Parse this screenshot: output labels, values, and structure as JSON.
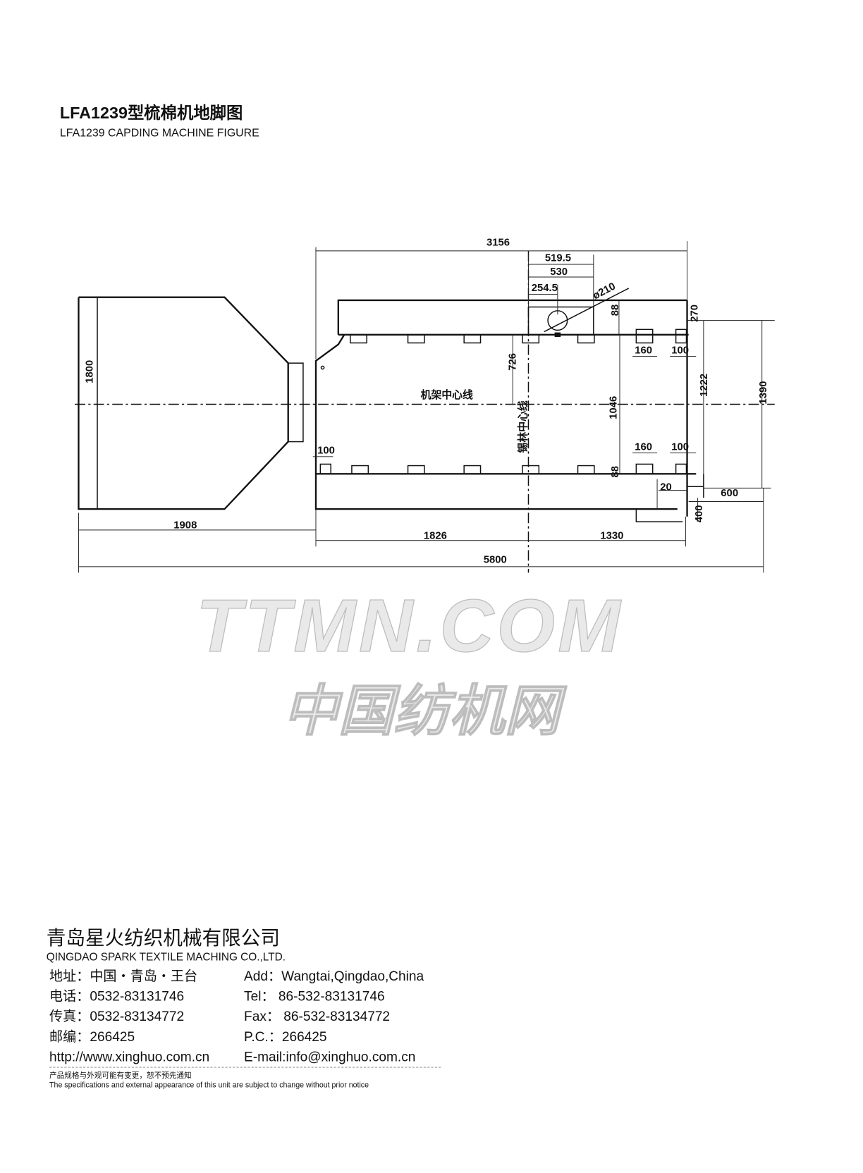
{
  "header": {
    "title_cn": "LFA1239型梳棉机地脚图",
    "title_en": "LFA1239 CAPDING MACHINE FIGURE"
  },
  "drawing": {
    "dimensions": {
      "overall_top": "3156",
      "d519": "519.5",
      "d530": "530",
      "d254": "254.5",
      "diameter": "ø210",
      "d88_top": "88",
      "d88_bottom": "88",
      "d270": "270",
      "d726": "726",
      "d1046": "1046",
      "d160_top": "160",
      "d100_top": "100",
      "d160_bottom": "160",
      "d100_bottom": "100",
      "d100_left": "100",
      "d1222": "1222",
      "d1390": "1390",
      "d1800": "1800",
      "d20": "20",
      "d600": "600",
      "d400": "400",
      "d1908": "1908",
      "d1826": "1826",
      "d1330": "1330",
      "overall_bottom": "5800"
    },
    "labels": {
      "frame_centerline": "机架中心线",
      "cylinder_centerline": "锡林中心线"
    }
  },
  "watermark": {
    "line1": "TTMN.COM",
    "line2": "中国纺机网"
  },
  "footer": {
    "company_cn": "青岛星火纺织机械有限公司",
    "company_en": "QINGDAO SPARK TEXTILE MACHING CO.,LTD.",
    "contacts_cn": [
      "地址：中国・青岛・王台",
      "电话：0532-83131746",
      "传真：0532-83134772",
      "邮编：266425",
      "http://www.xinghuo.com.cn"
    ],
    "contacts_en": [
      "Add：Wangtai,Qingdao,China",
      "Tel：  86-532-83131746",
      "Fax：  86-532-83134772",
      "P.C.：266425",
      "E-mail:info@xinghuo.com.cn"
    ],
    "notice_cn": "产品规格与外观可能有变更，恕不预先通知",
    "notice_en": "The specifications and external appearance of this unit are subject to change without prior notice"
  }
}
